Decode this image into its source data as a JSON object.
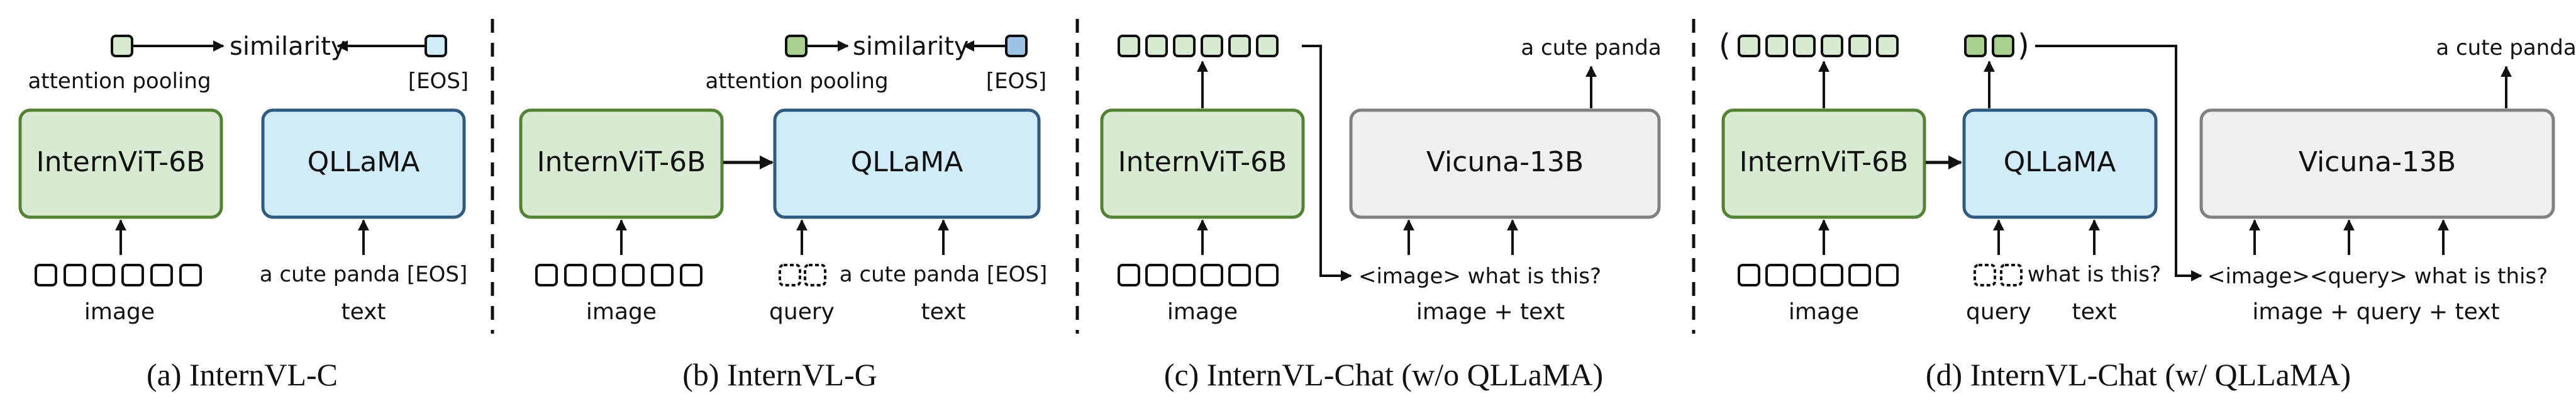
{
  "panels": [
    {
      "caption": "(a) InternVL-C",
      "encoder": "InternViT-6B",
      "middle": "QLLaMA",
      "similarity": "similarity",
      "pooling": "attention pooling",
      "eos_top": "[EOS]",
      "text_input": "a cute panda [EOS]",
      "image_label": "image",
      "text_label": "text"
    },
    {
      "caption": "(b) InternVL-G",
      "encoder": "InternViT-6B",
      "middle": "QLLaMA",
      "similarity": "similarity",
      "pooling": "attention pooling",
      "eos_top": "[EOS]",
      "text_input": "a cute panda [EOS]",
      "image_label": "image",
      "query_label": "query",
      "text_label": "text"
    },
    {
      "caption": "(c) InternVL-Chat (w/o QLLaMA)",
      "encoder": "InternViT-6B",
      "llm": "Vicuna-13B",
      "output": "a cute panda",
      "prompt": "<image> what is this?",
      "image_label": "image",
      "combined_label": "image + text"
    },
    {
      "caption": "(d) InternVL-Chat (w/ QLLaMA)",
      "encoder": "InternViT-6B",
      "middle": "QLLaMA",
      "llm": "Vicuna-13B",
      "output": "a cute panda",
      "query_text": "what is this?",
      "prompt": "<image><query> what is this?",
      "image_label": "image",
      "query_label": "query",
      "text_label": "text",
      "combined_label": "image + query + text"
    }
  ],
  "colors": {
    "green_fill": "#d9ead3",
    "green_stroke": "#548235",
    "blue_fill": "#d2ebf8",
    "blue_stroke": "#2f5b80",
    "gray_fill": "#efefef",
    "gray_stroke": "#808080",
    "token_green": "#a9d08e",
    "token_blue": "#9dc3e6",
    "arrow": "#111111"
  }
}
